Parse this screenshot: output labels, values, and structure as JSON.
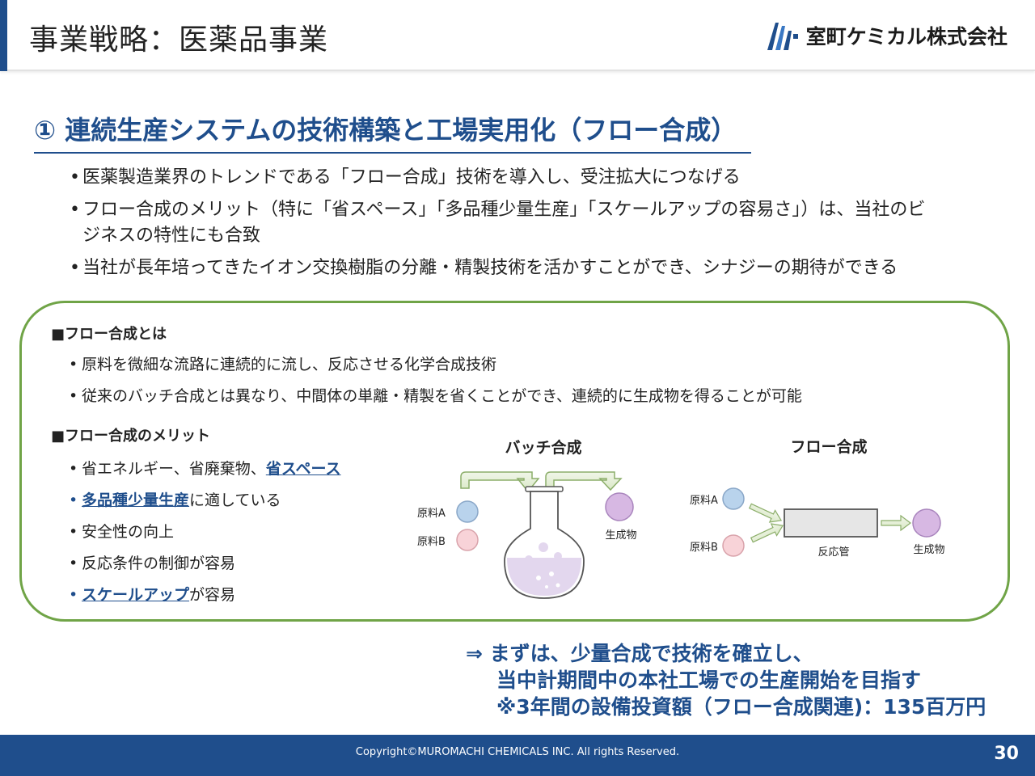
{
  "header": {
    "title": "事業戦略：医薬品事業",
    "company_name": "室町ケミカル株式会社"
  },
  "section": {
    "heading": "① 連続生産システムの技術構築と工場実用化（フロー合成）"
  },
  "bullets": [
    "医薬製造業界のトレンドである「フロー合成」技術を導入し、受注拡大につなげる",
    "フロー合成のメリット（特に「省スペース」「多品種少量生産」「スケールアップの容易さ」）は、当社のビジネスの特性にも合致",
    "当社が長年培ってきたイオン交換樹脂の分離・精製技術を活かすことができ、シナジーの期待ができる"
  ],
  "panel": {
    "what_is": {
      "heading": "■フロー合成とは",
      "items": [
        "原料を微細な流路に連続的に流し、反応させる化学合成技術",
        "従来のバッチ合成とは異なり、中間体の単離・精製を省くことができ、連続的に生成物を得ることが可能"
      ]
    },
    "merits": {
      "heading": "■フロー合成のメリット",
      "items": [
        {
          "prefix": "省エネルギー、省廃棄物、",
          "highlight": "省スペース",
          "suffix": ""
        },
        {
          "prefix": "",
          "highlight": "多品種少量生産",
          "suffix": "に適している"
        },
        {
          "prefix": "安全性の向上",
          "highlight": "",
          "suffix": ""
        },
        {
          "prefix": "反応条件の制御が容易",
          "highlight": "",
          "suffix": ""
        },
        {
          "prefix": "",
          "highlight": "スケールアップ",
          "suffix": "が容易"
        }
      ]
    },
    "batch_diagram": {
      "title": "バッチ合成",
      "material_a": "原料A",
      "material_b": "原料B",
      "product": "生成物"
    },
    "flow_diagram": {
      "title": "フロー合成",
      "material_a": "原料A",
      "material_b": "原料B",
      "reactor": "反応管",
      "product": "生成物"
    }
  },
  "conclusion": {
    "arrow": "⇒",
    "line1": "まずは、少量合成で技術を確立し、",
    "line2": "当中計期間中の本社工場での生産開始を目指す",
    "line3": "※3年間の設備投資額（フロー合成関連)：135百万円"
  },
  "footer": {
    "copyright": "Copyright©MUROMACHI CHEMICALS INC. All rights Reserved.",
    "page_number": "30"
  },
  "colors": {
    "brand_blue": "#1f4e8c",
    "panel_green": "#70a447",
    "material_a": "#b9d3ec",
    "material_b": "#f8d3d8",
    "product": "#d7b8e3"
  }
}
